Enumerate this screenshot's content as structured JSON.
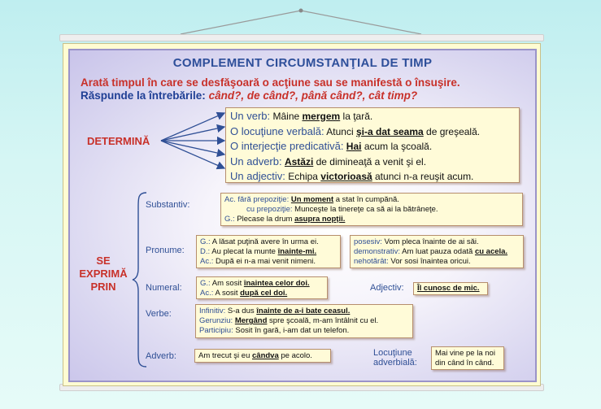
{
  "title": "COMPLEMENT CIRCUMSTANŢIAL DE TIMP",
  "subtitle1": "Arată timpul în care se desfăşoară o acţiune sau se manifestă o însuşire.",
  "subtitle2_prefix": "Răspunde la întrebările:",
  "subtitle2_questions": "când?, de când?, până când?, cât timp?",
  "determina": {
    "label": "DETERMINĂ",
    "items": [
      {
        "k": "Un verb:",
        "a": "Mâine ",
        "u": "mergem",
        "b": " la ţară."
      },
      {
        "k": "O locuţiune verbală:",
        "a": "Atunci ",
        "u": "şi-a dat seama",
        "b": " de greşeală."
      },
      {
        "k": "O interjecţie predicativă:",
        "a": "",
        "u": "Hai",
        "b": " acum la şcoală."
      },
      {
        "k": "Un adverb:",
        "a": "",
        "u": "Astăzi",
        "b": " de dimineaţă a venit şi el."
      },
      {
        "k": "Un adjectiv:",
        "a": "Echipa ",
        "u": "victorioasă",
        "b": " atunci n-a reuşit acum."
      }
    ]
  },
  "se_exprima": {
    "label_lines": [
      "SE",
      "EXPRIMĂ",
      "PRIN"
    ],
    "substantiv": {
      "label": "Substantiv:",
      "l1k": "Ac. fără prepoziţie:",
      "l1u": "Un moment",
      "l1b": " a stat în cumpănă.",
      "l2k": "cu prepoziţie:",
      "l2b": " Munceşte la tinereţe ca să ai la bătrâneţe.",
      "l3k": "G.:",
      "l3a": " Plecase la drum ",
      "l3u": "asupra nopţii."
    },
    "pronume": {
      "label": "Pronume:",
      "l1k": "G.:",
      "l1b": " A lăsat puţină avere în urma ei.",
      "l2k": "D.:",
      "l2a": " Au plecat la munte ",
      "l2u": "înainte-mi.",
      "l3k": "Ac.:",
      "l3b": " După ei n-a mai venit nimeni.",
      "r1k": "posesiv:",
      "r1b": " Vom pleca înainte de ai săi.",
      "r2k": "demonstrativ:",
      "r2a": " Am luat pauza odată ",
      "r2u": "cu acela.",
      "r3k": "nehotărât:",
      "r3b": " Vor sosi înaintea oricui."
    },
    "numeral": {
      "label": "Numeral:",
      "l1k": "G.:",
      "l1a": " Am sosit ",
      "l1u": "înaintea celor doi.",
      "l2k": "Ac.:",
      "l2a": " A sosit ",
      "l2u": "după cel doi."
    },
    "adjectiv": {
      "label": "Adjectiv:",
      "u": "Îl cunosc de mic."
    },
    "verbe": {
      "label": "Verbe:",
      "l1k": "Infinitiv:",
      "l1a": " S-a dus ",
      "l1u": "înainte de a-i bate ceasul.",
      "l2k": "Gerunziu:",
      "l2u": "Mergând",
      "l2b": " spre şcoală, m-am întâlnit cu el.",
      "l3k": "Participiu:",
      "l3b": " Sosit în gară, i-am dat un telefon."
    },
    "adverb": {
      "label": "Adverb:",
      "a": "Am trecut şi eu ",
      "u": "cândva",
      "b": " pe acolo."
    },
    "locutiune": {
      "label_lines": [
        "Locuţiune",
        "adverbială:"
      ],
      "l1": "Mai vine pe la noi",
      "l2": "din când în când."
    }
  }
}
